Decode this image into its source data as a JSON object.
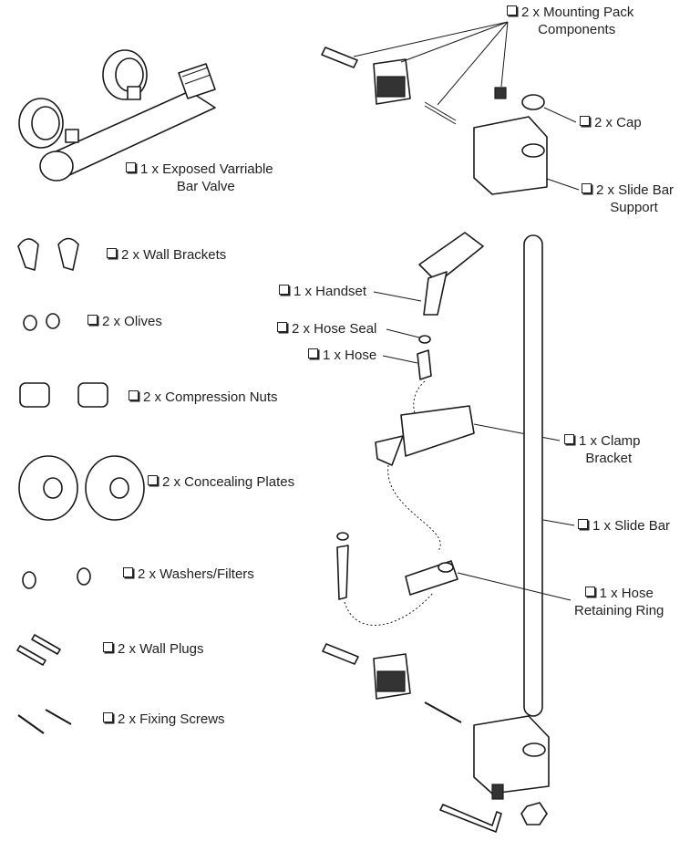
{
  "labels": {
    "mounting_pack": {
      "line1": "2 x Mounting Pack",
      "line2": "Components"
    },
    "cap": "2 x Cap",
    "slide_bar_support": {
      "line1": "2 x Slide Bar",
      "line2": "Support"
    },
    "valve": {
      "line1": "1 x Exposed Varriable",
      "line2": "Bar Valve"
    },
    "wall_brackets": "2 x Wall Brackets",
    "olives": "2 x Olives",
    "compression_nuts": "2 x Compression Nuts",
    "concealing_plates": "2 x Concealing Plates",
    "washers_filters": "2 x Washers/Filters",
    "wall_plugs": "2 x Wall Plugs",
    "fixing_screws": "2 x Fixing Screws",
    "handset": "1 x Handset",
    "hose_seal": "2 x Hose Seal",
    "hose": "1 x Hose",
    "clamp_bracket": {
      "line1": "1 x Clamp",
      "line2": "Bracket"
    },
    "slide_bar": "1 x Slide Bar",
    "hose_retaining_ring": {
      "line1": "1 x Hose",
      "line2": "Retaining Ring"
    }
  },
  "icons": {
    "checkbox": "checkbox-icon"
  }
}
